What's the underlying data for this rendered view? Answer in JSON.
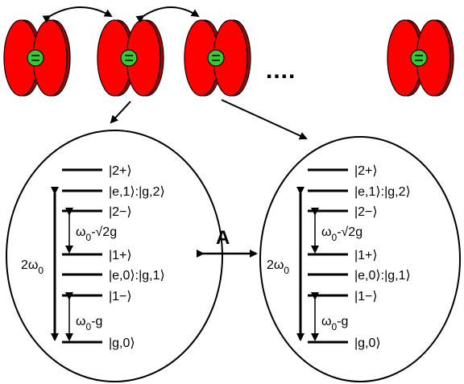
{
  "colors": {
    "mirror": "#ff0000",
    "atom": "#33cc33",
    "stroke": "#000000"
  },
  "labels": {
    "ellipsis": "....",
    "coupling": "A"
  },
  "level_diagrams": [
    {
      "levels": [
        "|2+⟩",
        "|e,1⟩:|g,2⟩",
        "|2−⟩",
        "|1+⟩",
        "|e,0⟩:|g,1⟩",
        "|1−⟩",
        "|g,0⟩"
      ],
      "freq_total": "2ω",
      "freq_total_sub": "0",
      "upper_gap": "ω",
      "upper_gap_sub": "0",
      "upper_gap_suffix": "-√2g",
      "lower_gap": "ω",
      "lower_gap_sub": "0",
      "lower_gap_suffix": "-g"
    },
    {
      "levels": [
        "|2+⟩",
        "|e,1⟩:|g,2⟩",
        "|2−⟩",
        "|1+⟩",
        "|e,0⟩:|g,1⟩",
        "|1−⟩",
        "|g,0⟩"
      ],
      "freq_total": "2ω",
      "freq_total_sub": "0",
      "upper_gap": "ω",
      "upper_gap_sub": "0",
      "upper_gap_suffix": "-√2g",
      "lower_gap": "ω",
      "lower_gap_sub": "0",
      "lower_gap_suffix": "-g"
    }
  ]
}
